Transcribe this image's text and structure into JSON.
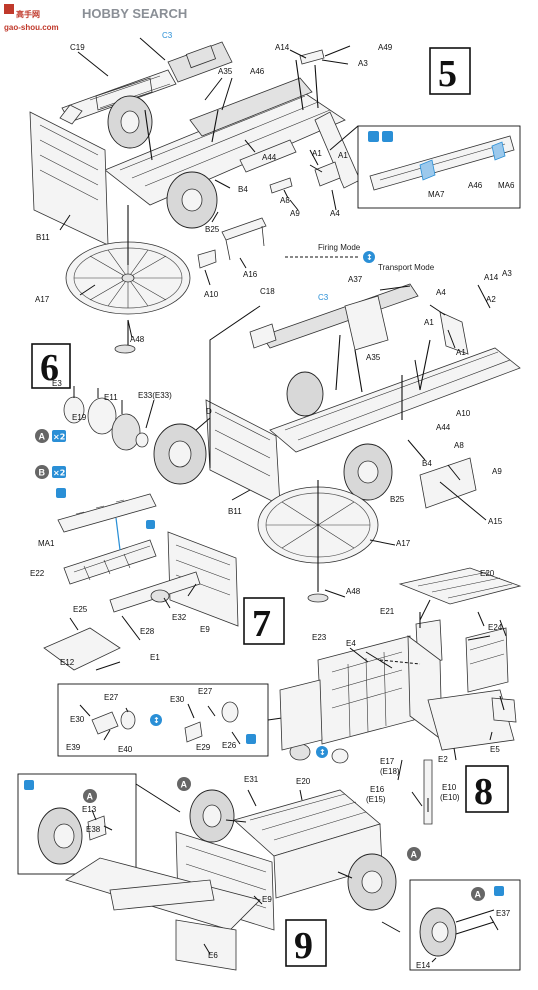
{
  "watermark": {
    "site": "HOBBY SEARCH",
    "sub": "gao-shou.com",
    "logo_text": "高手网"
  },
  "steps": {
    "s5": "5",
    "s6": "6",
    "s7": "7",
    "s8": "8",
    "s9": "9"
  },
  "modes": {
    "firing": "Firing Mode",
    "transport": "Transport Mode"
  },
  "markers": {
    "A": "A",
    "B": "B",
    "x2": "×2"
  },
  "labels": {
    "c19": "C19",
    "c3a": "C3",
    "a35a": "A35",
    "a46a": "A46",
    "a14a": "A14",
    "a49": "A49",
    "a3a": "A3",
    "a44a": "A44",
    "a1a": "A1",
    "a1b": "A1",
    "b4a": "B4",
    "a8a": "A8",
    "a9a": "A9",
    "a4a": "A4",
    "b25a": "B25",
    "b11a": "B11",
    "a16": "A16",
    "a10a": "A10",
    "a17a": "A17",
    "a48a": "A48",
    "ma7": "MA7",
    "a46b": "A46",
    "ma6": "MA6",
    "c18": "C18",
    "c3b": "C3",
    "a37": "A37",
    "a14b": "A14",
    "a3b": "A3",
    "a4b": "A4",
    "a2": "A2",
    "a1c": "A1",
    "a1d": "A1",
    "a35b": "A35",
    "a44b": "A44",
    "a8b": "A8",
    "a10b": "A10",
    "b4b": "B4",
    "a9b": "A9",
    "b25b": "B25",
    "a15": "A15",
    "b11b": "B11",
    "a17b": "A17",
    "a48b": "A48",
    "e3": "E3",
    "e19": "E19",
    "e11": "E11",
    "e33": "E33(E33)",
    "d": "D",
    "ma1": "MA1",
    "e22": "E22",
    "e25": "E25",
    "e28": "E28",
    "e32": "E32",
    "e9a": "E9",
    "e12": "E12",
    "e1": "E1",
    "e30a": "E30",
    "e27a": "E27",
    "e30b": "E30",
    "e27b": "E27",
    "e39": "E39",
    "e40": "E40",
    "e29": "E29",
    "e26": "E26",
    "e20a": "E20",
    "e21": "E21",
    "e23": "E23",
    "e4": "E4",
    "e24": "E24",
    "e2": "E2",
    "e5": "E5",
    "e17": "E17",
    "e18": "(E18)",
    "e16": "E16",
    "e15": "(E15)",
    "e10": "E10",
    "e10b": "(E10)",
    "e13": "E13",
    "e38": "E38",
    "e31": "E31",
    "e20b": "E20",
    "e9b": "E9",
    "e6": "E6",
    "e37": "E37",
    "e14": "E14"
  }
}
